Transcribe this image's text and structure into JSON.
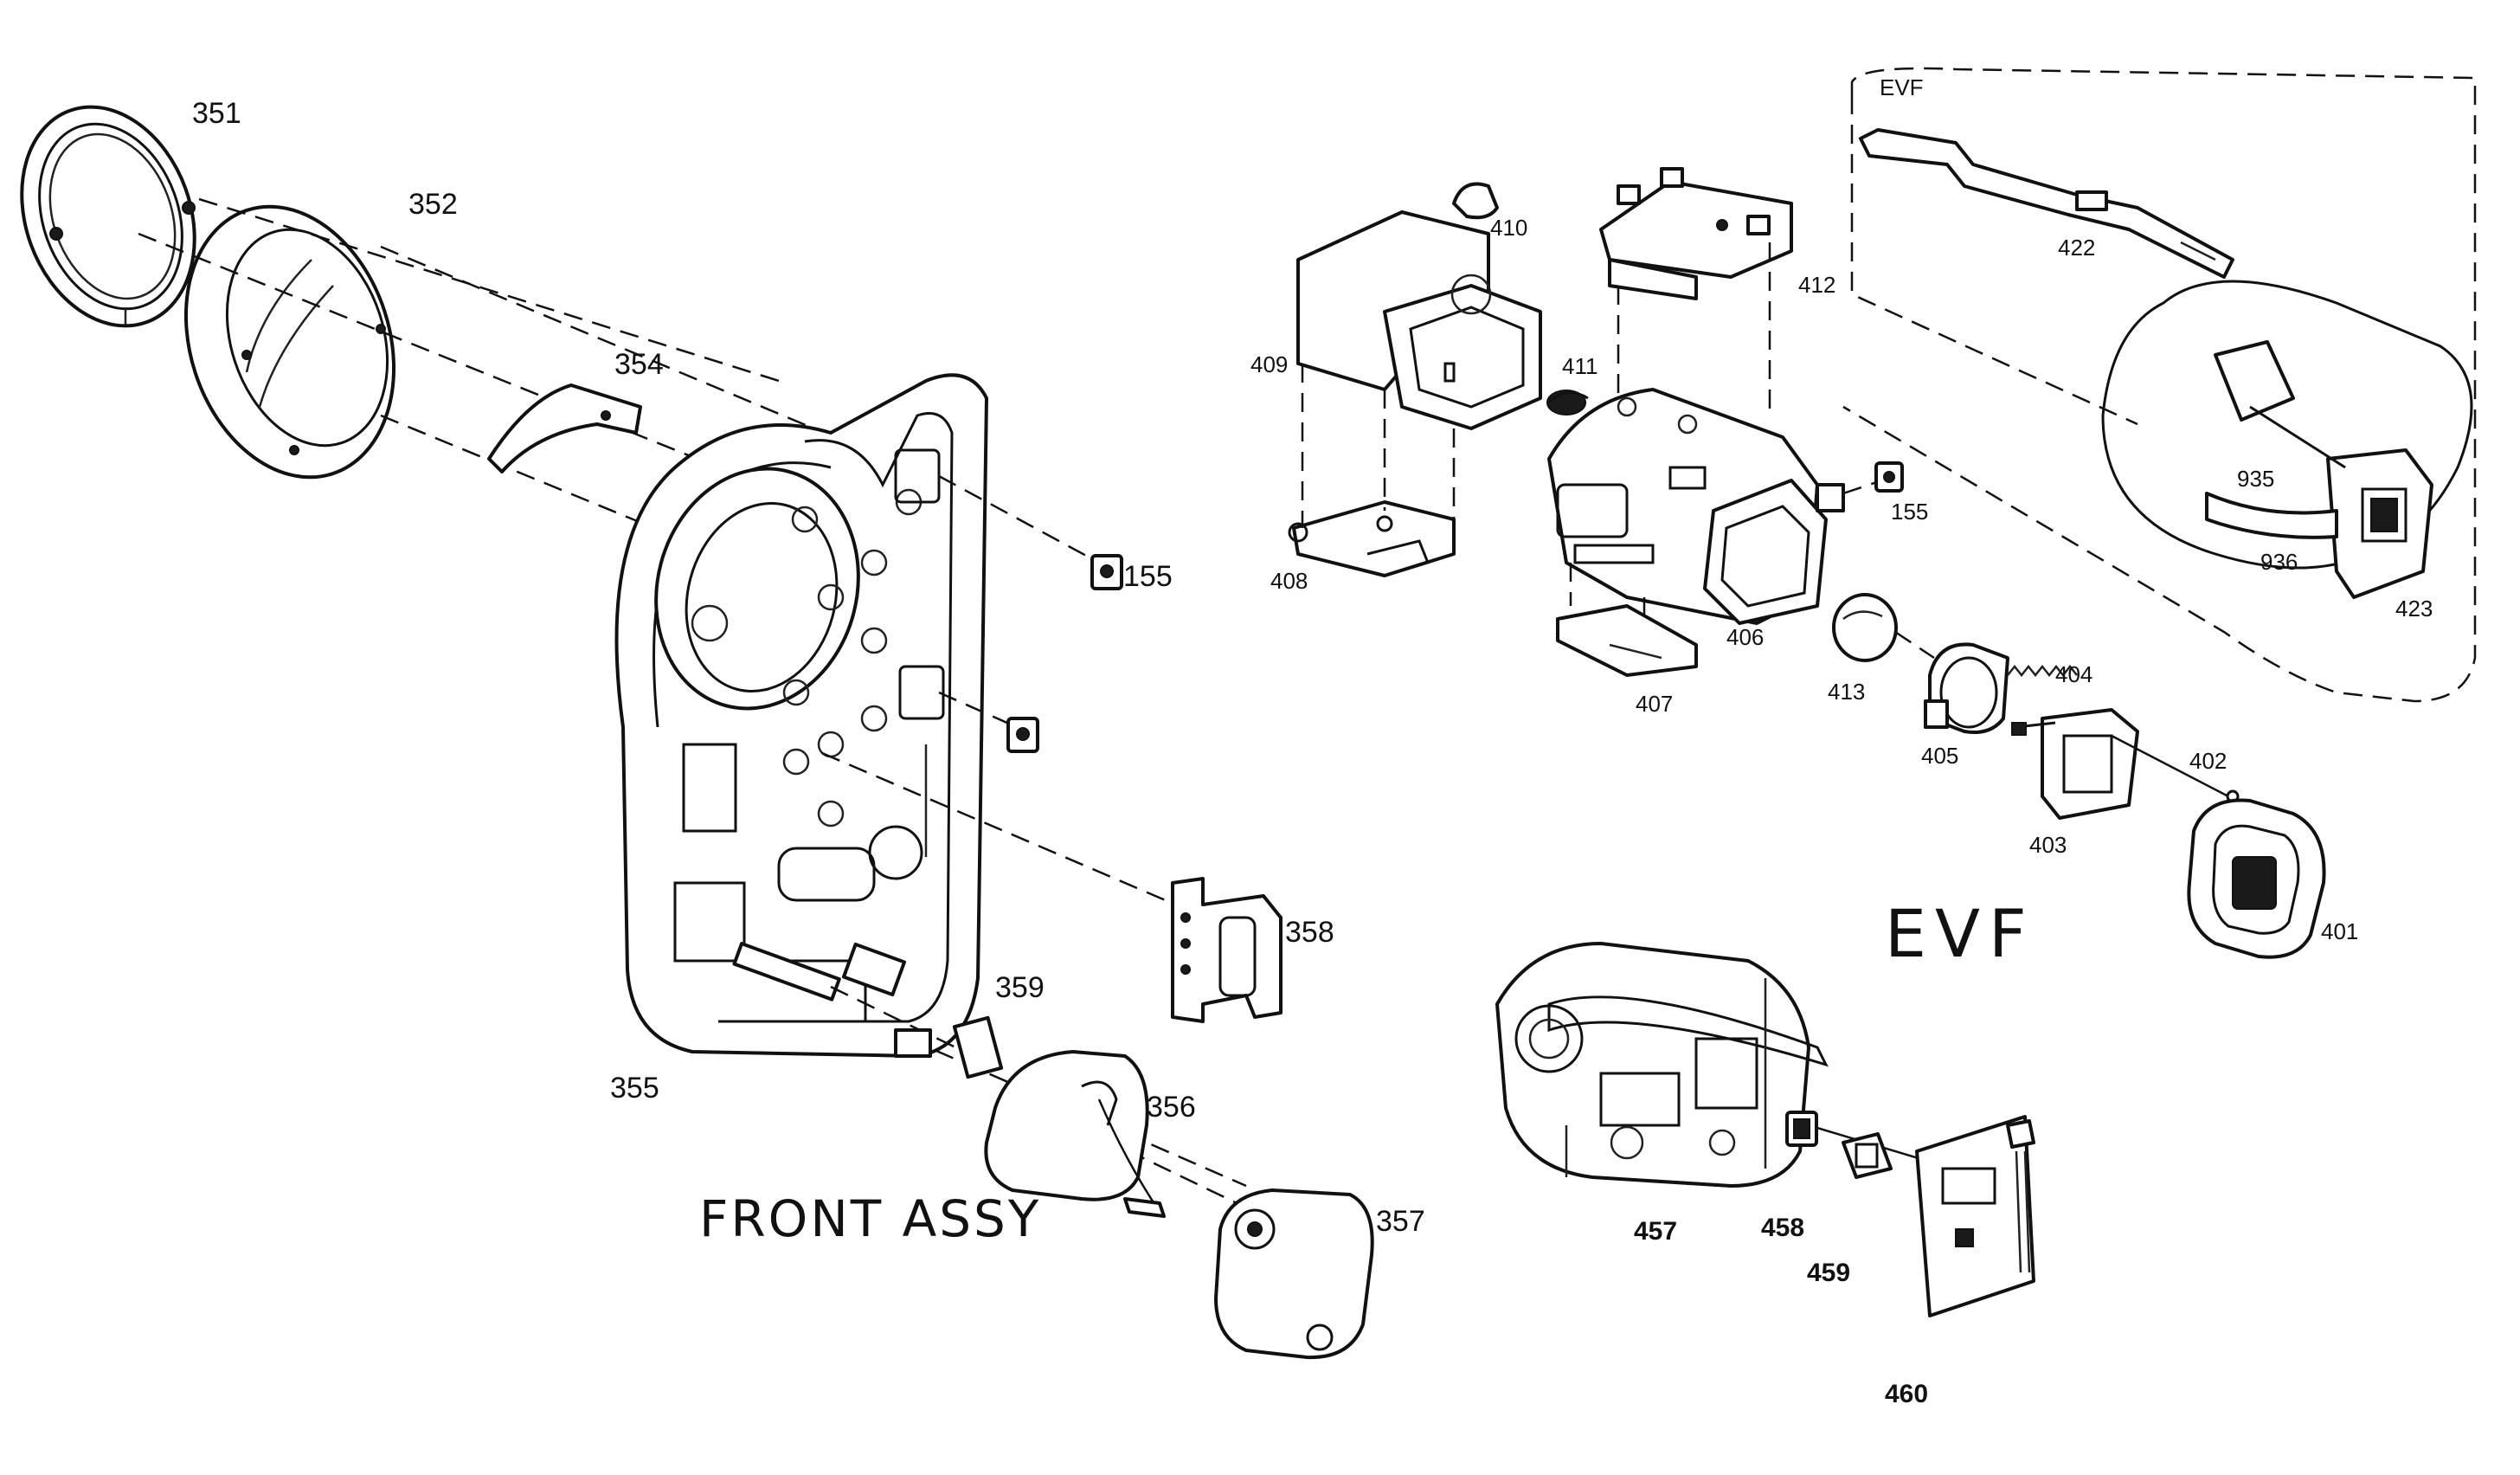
{
  "diagram": {
    "section_titles": {
      "front_assy": "FRONT ASSY",
      "evf": "EVF"
    },
    "parts": {
      "p351": "351",
      "p352": "352",
      "p354": "354",
      "p155a": "155",
      "p155b": "155",
      "p355": "355",
      "p356": "356",
      "p357": "357",
      "p358": "358",
      "p359": "359",
      "p409": "409",
      "p410": "410",
      "p411": "411",
      "p412": "412",
      "p408": "408",
      "p406": "406",
      "p407": "407",
      "p413": "413",
      "p404": "404",
      "p405": "405",
      "p403": "403",
      "p402": "402",
      "p401": "401",
      "p422": "422",
      "p935": "935",
      "p936": "936",
      "p423": "423",
      "p457": "457",
      "p458": "458",
      "p459": "459",
      "p460": "460"
    },
    "flex_label": "EVF"
  }
}
